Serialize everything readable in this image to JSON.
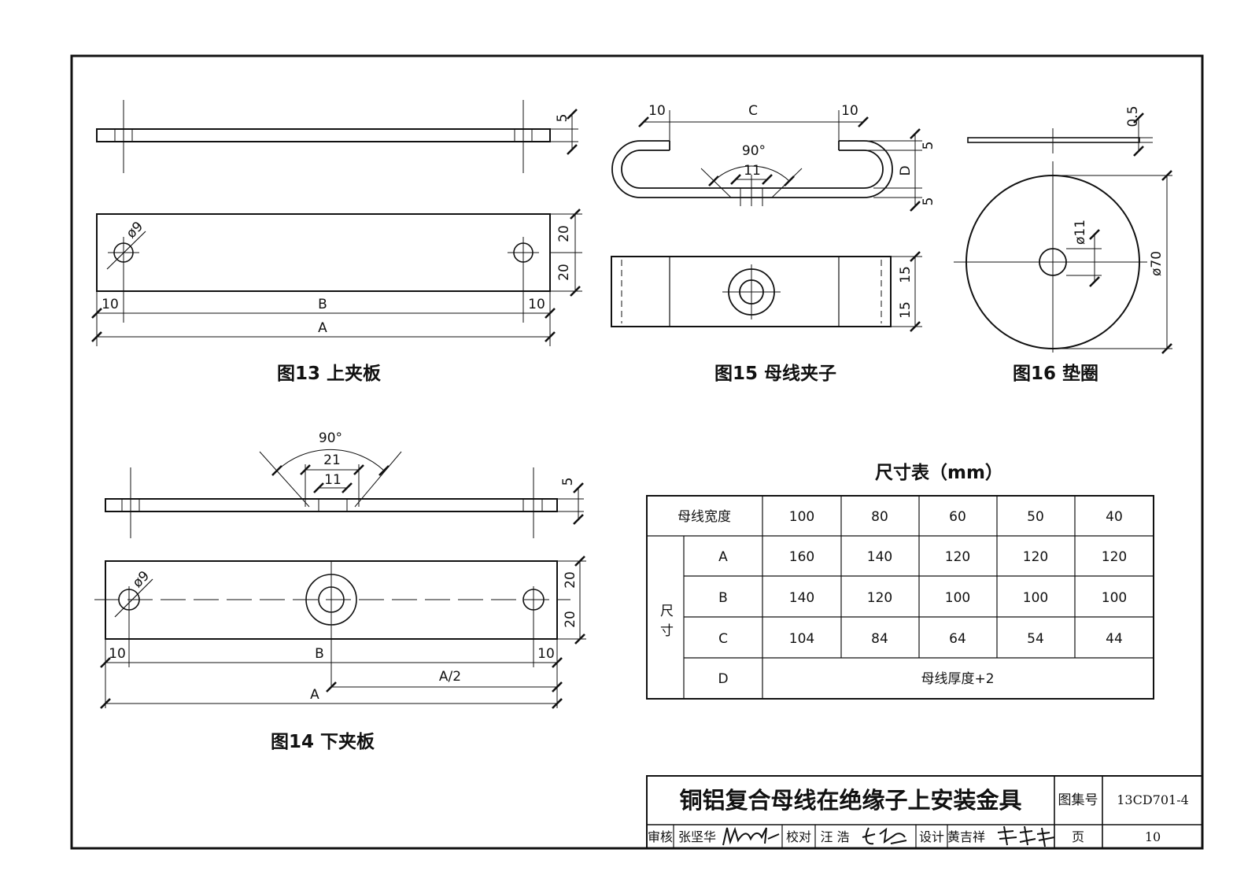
{
  "figures": {
    "fig13": {
      "caption": "图13  上夹板",
      "dims": {
        "thickness": "5",
        "hole": "ø9",
        "pitch_top": "20",
        "pitch_bottom": "20",
        "edge_left": "10",
        "span_b": "B",
        "edge_right": "10",
        "span_a": "A"
      }
    },
    "fig14": {
      "caption": "图14  下夹板",
      "dims": {
        "angle": "90°",
        "counterbore": "21",
        "bore": "11",
        "thickness": "5",
        "hole": "ø9",
        "pitch_top": "20",
        "pitch_bottom": "20",
        "edge_left": "10",
        "span_b": "B",
        "edge_right": "10",
        "half_a": "A/2",
        "span_a": "A"
      }
    },
    "fig15": {
      "caption": "图15  母线夹子",
      "dims": {
        "lip_left": "10",
        "span_c": "C",
        "lip_right": "10",
        "angle": "90°",
        "bore": "11",
        "thk_top": "5",
        "gap_d": "D",
        "thk_bottom": "5",
        "half_top": "15",
        "half_bottom": "15"
      }
    },
    "fig16": {
      "caption": "图16   垫圈",
      "dims": {
        "thickness": "0.5",
        "bore": "ø11",
        "outer": "ø70"
      }
    }
  },
  "size_table": {
    "title": "尺寸表（mm）",
    "header_label": "母线宽度",
    "widths": [
      "100",
      "80",
      "60",
      "50",
      "40"
    ],
    "group_label": "尺寸",
    "rows": [
      {
        "name": "A",
        "values": [
          "160",
          "140",
          "120",
          "120",
          "120"
        ]
      },
      {
        "name": "B",
        "values": [
          "140",
          "120",
          "100",
          "100",
          "100"
        ]
      },
      {
        "name": "C",
        "values": [
          "104",
          "84",
          "64",
          "54",
          "44"
        ]
      }
    ],
    "row_d": {
      "name": "D",
      "value": "母线厚度+2"
    }
  },
  "title_block": {
    "title": "铜铝复合母线在绝缘子上安装金具",
    "atlas_label": "图集号",
    "atlas_no": "13CD701-4",
    "review_label": "审核",
    "reviewer": "张坚华",
    "check_label": "校对",
    "checker": "汪 浩",
    "design_label": "设计",
    "designer": "黄吉祥",
    "page_label": "页",
    "page_no": "10"
  }
}
